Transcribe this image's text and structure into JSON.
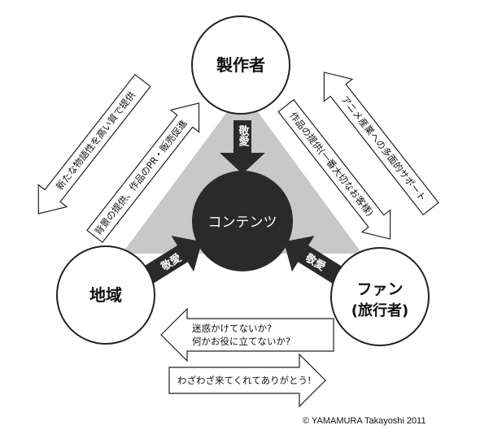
{
  "nodes": {
    "creator": "製作者",
    "region": "地域",
    "fan_line1": "ファン",
    "fan_line2": "(旅行者)",
    "content": "コンテンツ"
  },
  "respect_labels": {
    "top": "敬愛",
    "left": "敬愛",
    "right": "敬愛"
  },
  "arrows": {
    "new_stories": "新たな物語性を高い質で提供",
    "background_provision": "背景の提供、作品のPR・販売促進",
    "work_provision": "作品の提供(一番大切なお客様)",
    "anime_support": "アニメ産業への多面的サポート",
    "bother_line1": "迷惑かけてないか?",
    "bother_line2": "何かお役に立てないか?",
    "thanks": "わざわざ来てくれてありがとう!"
  },
  "copyright": "©  YAMAMURA Takayoshi 2011",
  "colors": {
    "triangle": "#c8c8c8",
    "dark": "#2a2a2a",
    "stroke": "#222222"
  }
}
